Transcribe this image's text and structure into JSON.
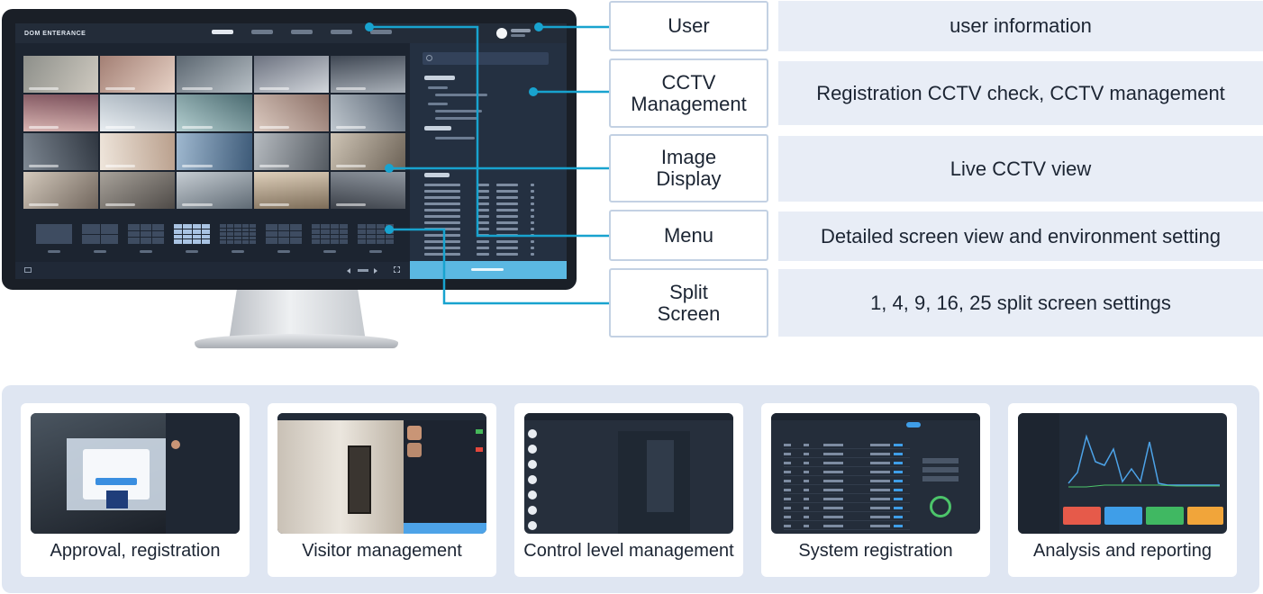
{
  "monitor": {
    "app_logo": "DOM ENTERANCE"
  },
  "features": [
    {
      "label": "User",
      "description": "user information"
    },
    {
      "label": "CCTV\nManagement",
      "description": "Registration CCTV check, CCTV management"
    },
    {
      "label": "Image\nDisplay",
      "description": "Live CCTV view"
    },
    {
      "label": "Menu",
      "description": "Detailed screen view and environment setting"
    },
    {
      "label": "Split\nScreen",
      "description": "1, 4, 9, 16, 25 split screen settings"
    }
  ],
  "cards": [
    {
      "caption": "Approval, registration"
    },
    {
      "caption": "Visitor management"
    },
    {
      "caption": "Control level management"
    },
    {
      "caption": "System registration"
    },
    {
      "caption": "Analysis and reporting"
    }
  ],
  "colors": {
    "accent": "#18a3cf",
    "label_border": "#c3d1e3",
    "desc_bg": "#e8edf6",
    "panel_bg": "#dfe6f2",
    "monitor_frame": "#1a1f27"
  },
  "icons": [
    "monitor-icon",
    "user-avatar-icon",
    "search-icon"
  ]
}
